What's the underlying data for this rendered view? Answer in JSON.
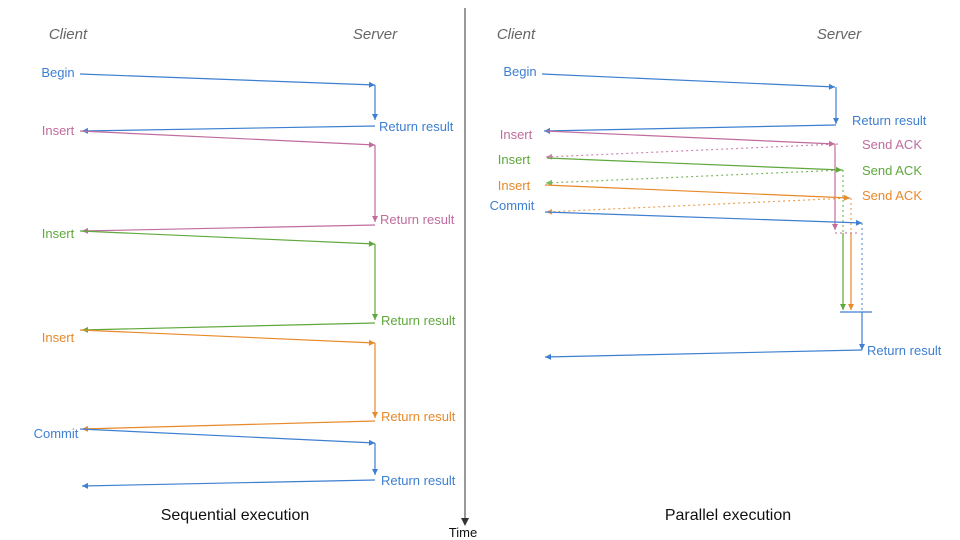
{
  "colors": {
    "blue": "#3d7fd1",
    "pink": "#c06c9e",
    "green": "#5fa83c",
    "orange": "#e8892a",
    "header": "#666666"
  },
  "time_label": "Time",
  "sequential": {
    "title": "Sequential execution",
    "client": "Client",
    "server": "Server",
    "requests": [
      {
        "label": "Begin",
        "color": "blue",
        "response": "Return result"
      },
      {
        "label": "Insert",
        "color": "pink",
        "response": "Return result"
      },
      {
        "label": "Insert",
        "color": "green",
        "response": "Return result"
      },
      {
        "label": "Insert",
        "color": "orange",
        "response": "Return result"
      },
      {
        "label": "Commit",
        "color": "blue",
        "response": "Return result"
      }
    ]
  },
  "parallel": {
    "title": "Parallel execution",
    "client": "Client",
    "server": "Server",
    "begin": {
      "label": "Begin",
      "response": "Return result"
    },
    "inserts": [
      {
        "label": "Insert",
        "color": "pink",
        "ack": "Send ACK"
      },
      {
        "label": "Insert",
        "color": "green",
        "ack": "Send ACK"
      },
      {
        "label": "Insert",
        "color": "orange",
        "ack": "Send ACK"
      }
    ],
    "commit": {
      "label": "Commit",
      "response": "Return result"
    }
  }
}
